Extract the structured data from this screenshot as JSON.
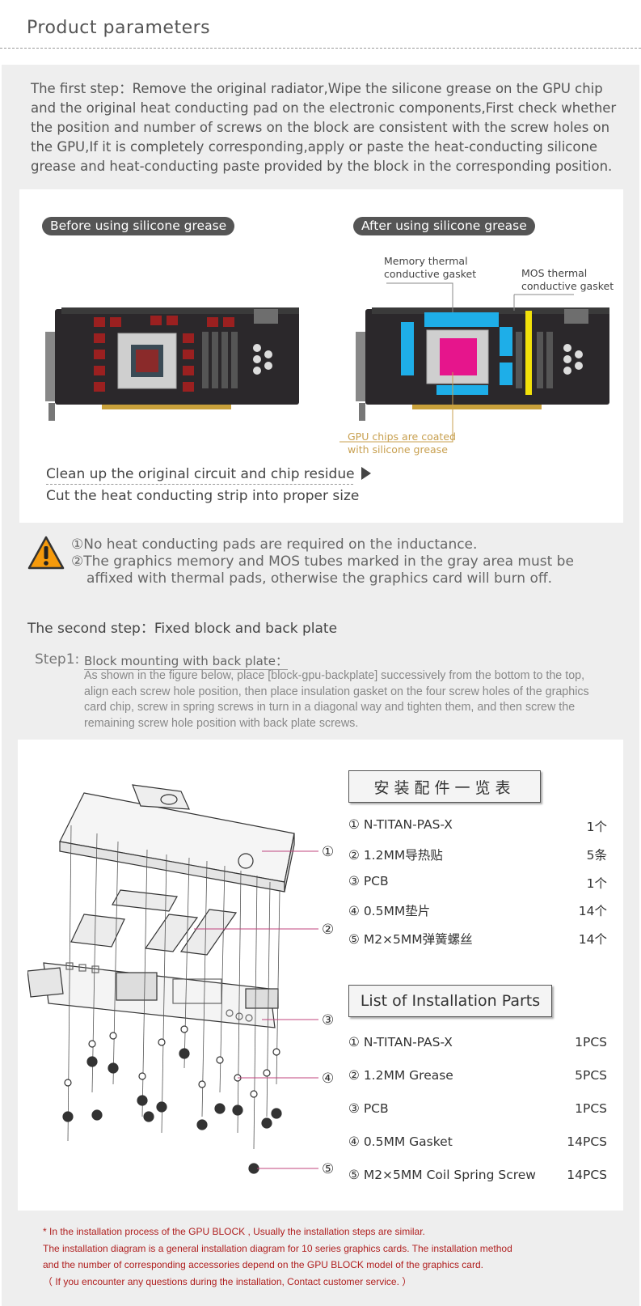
{
  "header": {
    "title": "Product parameters"
  },
  "step_one": {
    "text": "The first step：Remove the original radiator,Wipe the silicone grease on the GPU chip and the original heat conducting pad on the electronic components,First check whether the position and number of screws on the block are consistent with the screw holes on the GPU,If it is completely corresponding,apply or paste the heat-conducting silicone grease and heat-conducting paste provided by the block in the corresponding position."
  },
  "grease_panel": {
    "before_label": "Before using silicone grease",
    "after_label": "After using silicone grease",
    "memory_note_1": "Memory thermal",
    "memory_note_2": "conductive gasket",
    "mos_note_1": "MOS thermal",
    "mos_note_2": "conductive gasket",
    "gpu_note_1": "GPU chips are coated",
    "gpu_note_2": "with silicone grease",
    "clean_text": "Clean up the original circuit and chip residue",
    "cut_text": "Cut the heat conducting strip into proper size",
    "colors": {
      "memory": "#1eaee8",
      "gpu": "#e6158c",
      "mos": "#f2e10a",
      "pad": "#9b2020"
    }
  },
  "warning": {
    "icon": "warning-icon",
    "line1": "①No heat conducting pads are required on the inductance.",
    "line2": "②The graphics memory and MOS tubes marked in the gray area must be",
    "line3": "affixed with thermal pads, otherwise the graphics card will burn off."
  },
  "step_two": {
    "title": "The second step：Fixed block and back plate",
    "step_label": "Step1:",
    "step_sub": "Block mounting with back plate：",
    "description": "As shown in the figure below, place [block-gpu-backplate] successively from the bottom to the top, align each screw hole position, then place insulation gasket on the four screw holes of the graphics card chip, screw in spring screws in turn in a diagonal way and tighten them, and then screw the remaining screw hole position with back plate screws."
  },
  "diagram_callouts": [
    "①",
    "②",
    "③",
    "④",
    "⑤"
  ],
  "parts_cn": {
    "header": "安装配件一览表",
    "rows": [
      {
        "name": "① N-TITAN-PAS-X",
        "qty": "1个"
      },
      {
        "name": "② 1.2MM导热贴",
        "qty": "5条"
      },
      {
        "name": "③ PCB",
        "qty": "1个"
      },
      {
        "name": "④ 0.5MM垫片",
        "qty": "14个"
      },
      {
        "name": "⑤ M2×5MM弹簧螺丝",
        "qty": "14个"
      }
    ]
  },
  "parts_en": {
    "header": "List of Installation Parts",
    "rows": [
      {
        "name": "① N-TITAN-PAS-X",
        "qty": "1PCS"
      },
      {
        "name": "② 1.2MM Grease",
        "qty": "5PCS"
      },
      {
        "name": "③ PCB",
        "qty": "1PCS"
      },
      {
        "name": "④ 0.5MM Gasket",
        "qty": "14PCS"
      },
      {
        "name": "⑤ M2×5MM Coil Spring Screw",
        "qty": "14PCS"
      }
    ]
  },
  "footnote": {
    "line1": "* In the installation process of the GPU BLOCK , Usually the installation steps are similar.",
    "line2": "The installation diagram is a general installation diagram for 10 series graphics cards. The installation method",
    "line3": "and the number of corresponding accessories depend on the GPU BLOCK model of the graphics card.",
    "line4": "（ If you encounter any questions during the installation, Contact customer service. ）"
  }
}
